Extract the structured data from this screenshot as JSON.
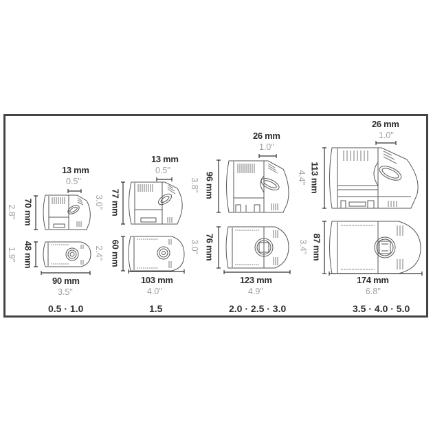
{
  "diagram": {
    "title": "",
    "frame_color": "#444444",
    "text_colors": {
      "metric": "#2e2e2e",
      "imperial": "#a0a0a0"
    },
    "pumps": [
      {
        "model": "0.5 · 1.0",
        "outlet_mm": "13 mm",
        "outlet_in": "0.5\"",
        "height_mm": "70 mm",
        "height_in": "2.8\"",
        "width_mm": "48 mm",
        "width_in": "1.9\"",
        "length_mm": "90 mm",
        "length_in": "3.5\""
      },
      {
        "model": "1.5",
        "outlet_mm": "13 mm",
        "outlet_in": "0.5\"",
        "height_mm": "77 mm",
        "height_in": "3.0\"",
        "width_mm": "60 mm",
        "width_in": "2.4\"",
        "length_mm": "103 mm",
        "length_in": "4.0\""
      },
      {
        "model": "2.0 · 2.5 · 3.0",
        "outlet_mm": "26 mm",
        "outlet_in": "1.0\"",
        "height_mm": "96 mm",
        "height_in": "3.8\"",
        "width_mm": "76 mm",
        "width_in": "3.0\"",
        "length_mm": "123 mm",
        "length_in": "4.9\""
      },
      {
        "model": "3.5 · 4.0 · 5.0",
        "outlet_mm": "26 mm",
        "outlet_in": "1.0\"",
        "height_mm": "113 mm",
        "height_in": "4.4\"",
        "width_mm": "87 mm",
        "width_in": "3.4\"",
        "length_mm": "174 mm",
        "length_in": "6.8\""
      }
    ]
  }
}
